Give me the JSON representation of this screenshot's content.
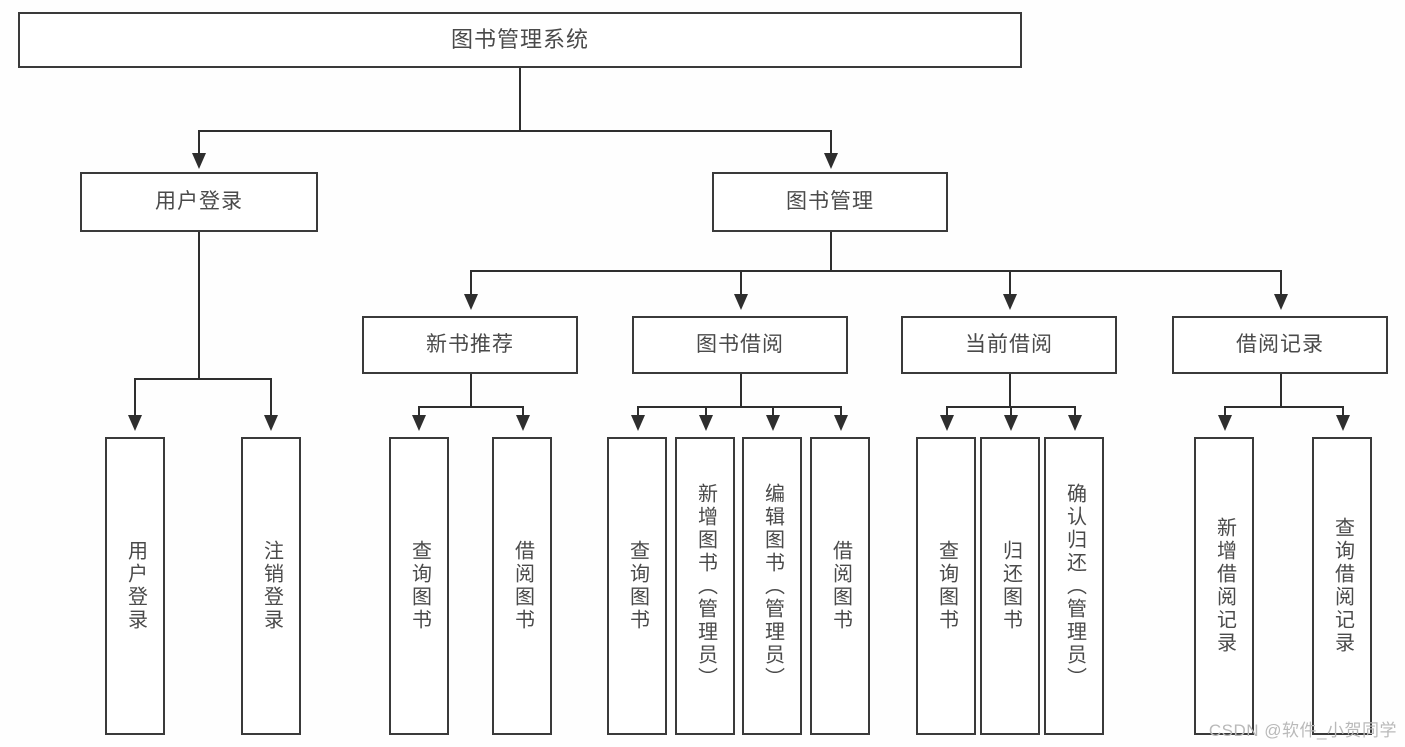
{
  "diagram": {
    "title": "图书管理系统",
    "type": "hierarchy-tree",
    "background_color": "#fefefe",
    "box_border_color": "#3a3a3a",
    "connector_color": "#2e2e2e",
    "text_color": "#4a4a4a"
  },
  "root": {
    "label": "图书管理系统"
  },
  "level1": [
    {
      "label": "用户登录"
    },
    {
      "label": "图书管理"
    }
  ],
  "level2": [
    {
      "label": "新书推荐"
    },
    {
      "label": "图书借阅"
    },
    {
      "label": "当前借阅"
    },
    {
      "label": "借阅记录"
    }
  ],
  "leaves": {
    "user_login": [
      {
        "label": "用户登录"
      },
      {
        "label": "注销登录"
      }
    ],
    "new_book_recommend": [
      {
        "label": "查询图书"
      },
      {
        "label": "借阅图书"
      }
    ],
    "book_borrow": [
      {
        "label": "查询图书"
      },
      {
        "label": "新增图书（管理员）"
      },
      {
        "label": "编辑图书（管理员）"
      },
      {
        "label": "借阅图书"
      }
    ],
    "current_borrow": [
      {
        "label": "查询图书"
      },
      {
        "label": "归还图书"
      },
      {
        "label": "确认归还（管理员）"
      }
    ],
    "borrow_record": [
      {
        "label": "新增借阅记录"
      },
      {
        "label": "查询借阅记录"
      }
    ]
  },
  "watermark": {
    "text": "CSDN @软件_小贺同学"
  }
}
